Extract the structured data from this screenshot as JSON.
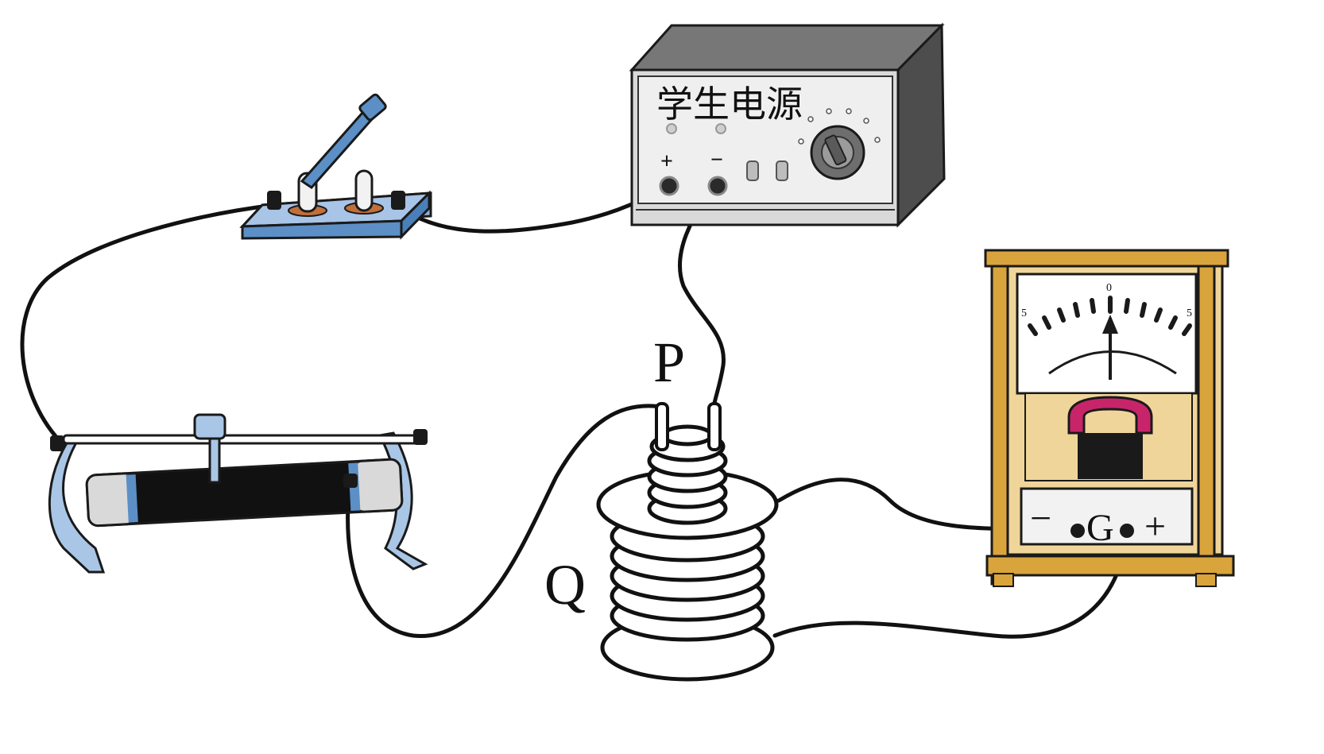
{
  "power_supply": {
    "label": "学生电源",
    "plus_label": "+",
    "minus_label": "−"
  },
  "coils": {
    "inner_label": "P",
    "outer_label": "Q"
  },
  "galvanometer": {
    "scale_left": "5",
    "scale_zero": "0",
    "scale_right": "5",
    "terminal_minus": "−",
    "terminal_symbol": "G",
    "terminal_plus": "+"
  },
  "colors": {
    "switch_blue": "#5b8fc6",
    "switch_base": "#8fb3dc",
    "rheostat_frame": "#a9c6e6",
    "galvanometer_wood": "#d9a43b",
    "galvanometer_panel": "#f0d59a",
    "magnet_red": "#c8246a",
    "supply_body": "#606060",
    "supply_panel": "#efefef",
    "wire": "#111111"
  }
}
